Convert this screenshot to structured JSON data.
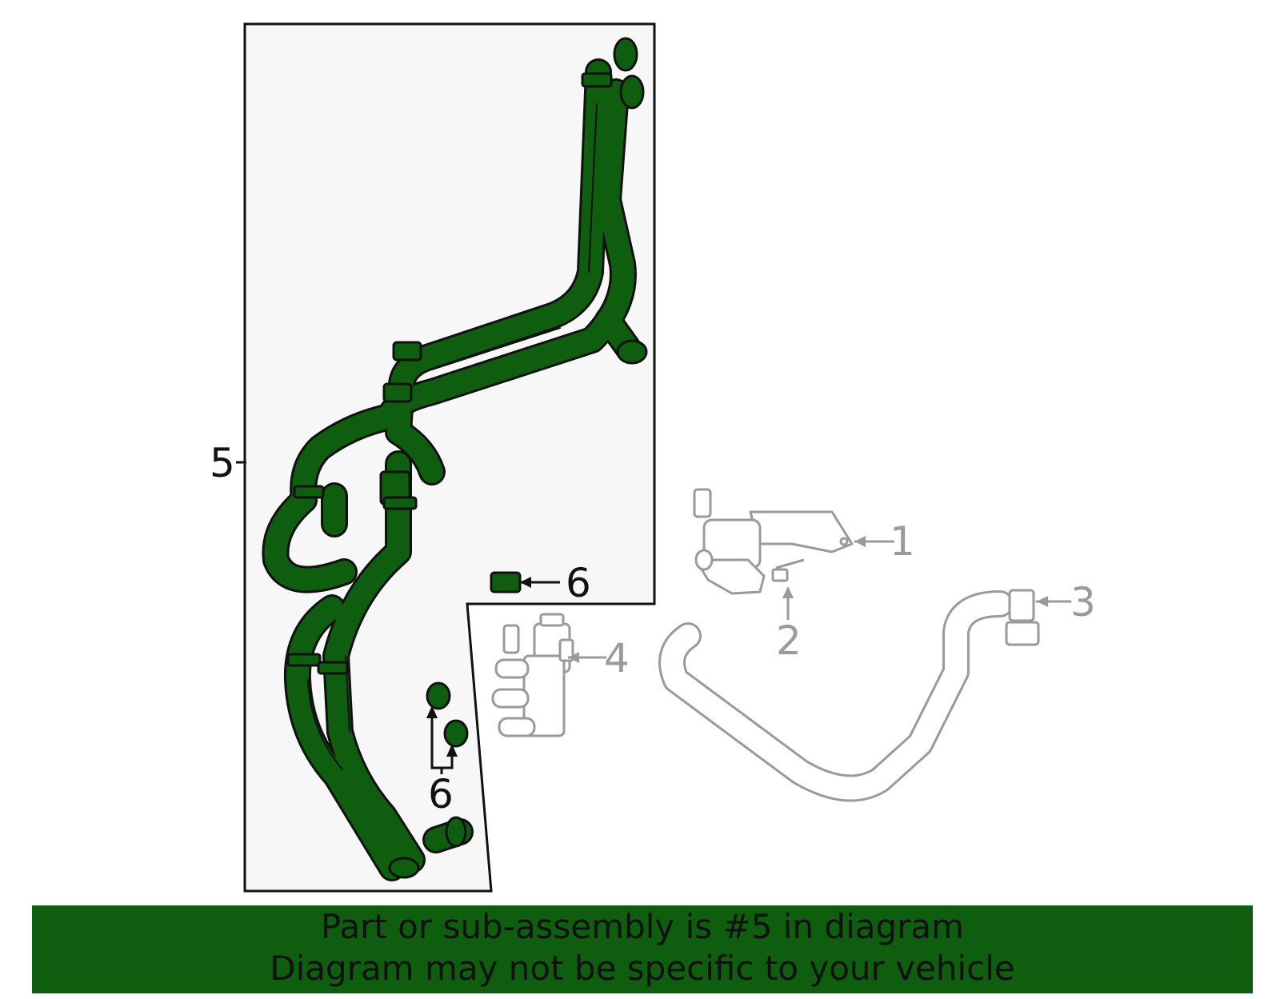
{
  "colors": {
    "highlight": "#0f5e0f",
    "outline": "#111111",
    "muted_part": "#9a9a9a",
    "panel": "#f7f7f7",
    "banner": "#0f5e0f"
  },
  "callouts": {
    "label_5": "5",
    "label_6_clamp": "6",
    "label_6_pair": "6",
    "label_1": "1",
    "label_2": "2",
    "label_3": "3",
    "label_4": "4"
  },
  "banner": {
    "line1": "Part or sub-assembly is #5 in diagram",
    "line2": "Diagram may not be specific to your vehicle"
  }
}
